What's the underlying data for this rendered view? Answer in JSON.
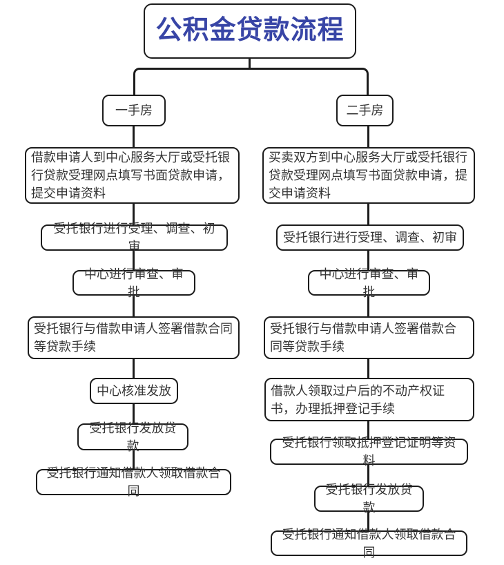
{
  "title": "公积金贷款流程",
  "colors": {
    "title_text": "#3845A6",
    "line": "#1c1c1c",
    "node_text": "#333333",
    "background": "#ffffff"
  },
  "columns": [
    {
      "branch": "一手房",
      "steps": [
        "借款申请人到中心服务大厅或受托银行贷款受理网点填写书面贷款申请，提交申请资料",
        "受托银行进行受理、调查、初审",
        "中心进行审查、审批",
        "受托银行与借款申请人签署借款合同等贷款手续",
        "中心核准发放",
        "受托银行发放贷款",
        "受托银行通知借款人领取借款合同"
      ]
    },
    {
      "branch": "二手房",
      "steps": [
        "买卖双方到中心服务大厅或受托银行贷款受理网点填写书面贷款申请，提交申请资料",
        "受托银行进行受理、调查、初审",
        "中心进行审查、审批",
        "受托银行与借款申请人签署借款合同等贷款手续",
        "借款人领取过户后的不动产权证书，办理抵押登记手续",
        "受托银行领取抵押登记证明等资料",
        "受托银行发放贷款",
        "受托银行通知借款人领取借款合同"
      ]
    }
  ]
}
